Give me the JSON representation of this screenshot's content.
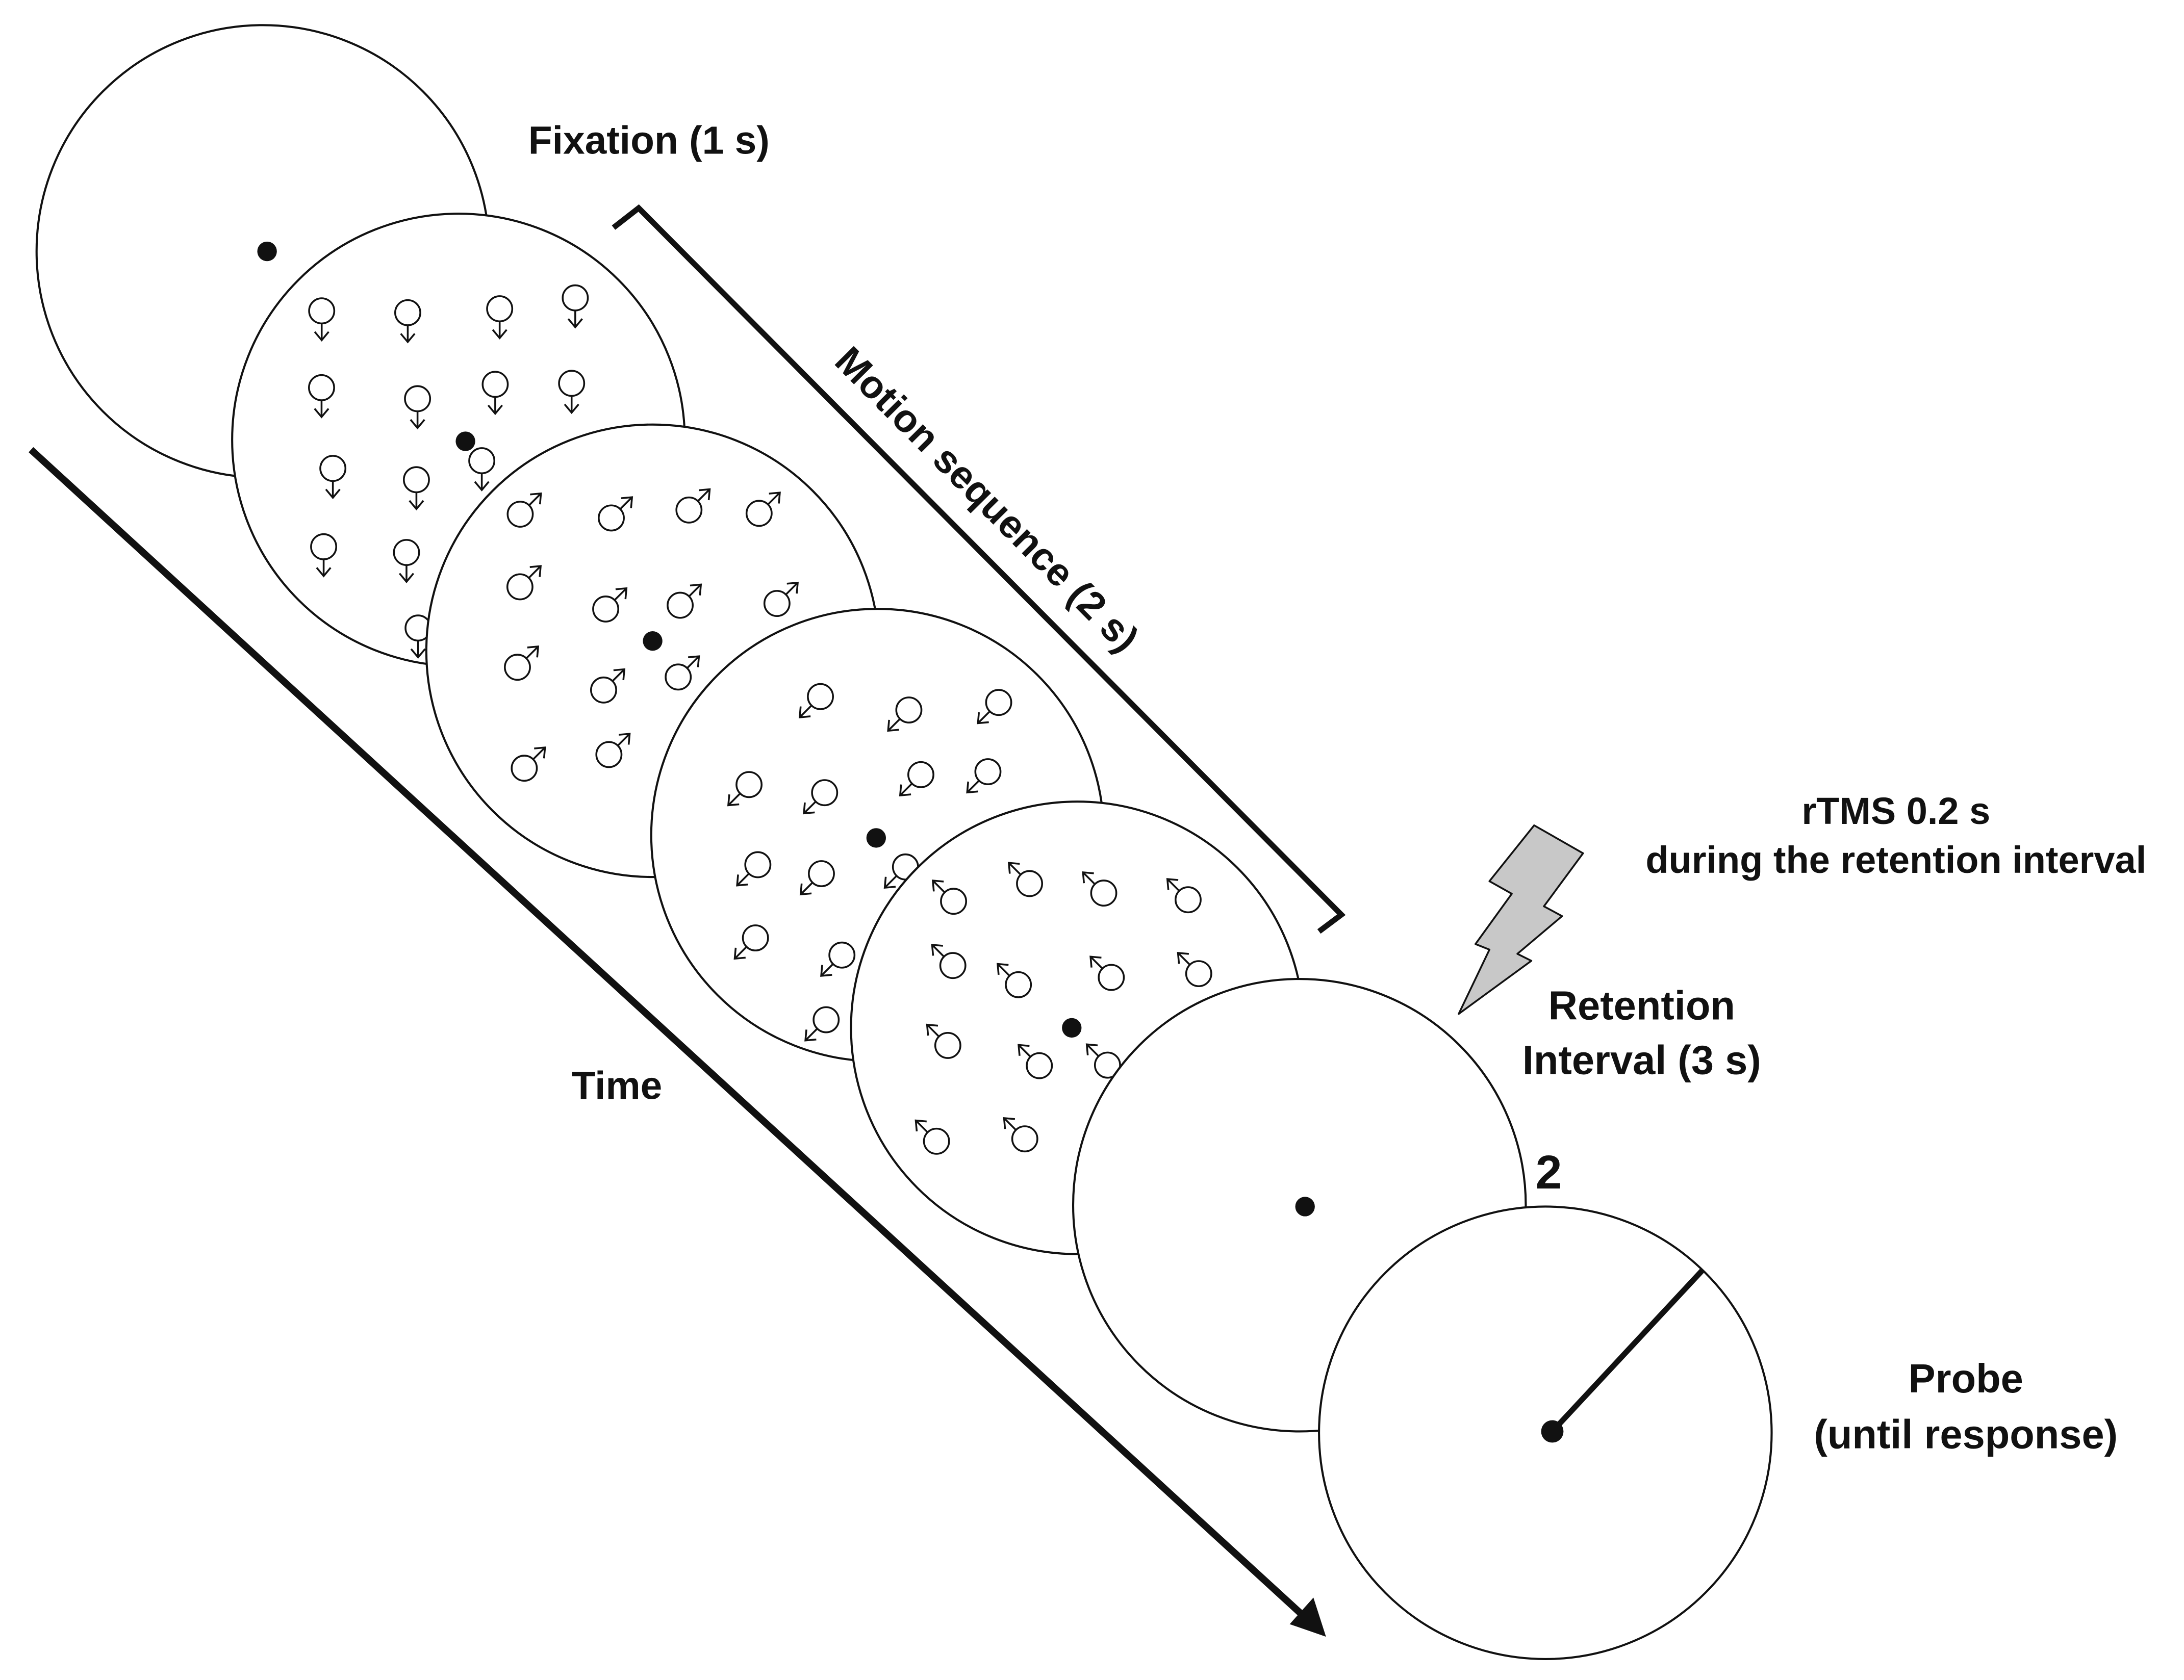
{
  "labels": {
    "fixation": "Fixation (1 s)",
    "motion_sequence": "Motion sequence (2 s)",
    "time": "Time",
    "rtms_line1": "rTMS 0.2 s",
    "rtms_line2": "during the retention interval",
    "retention_line1": "Retention",
    "retention_line2": "Interval (3 s)",
    "memory_count": "2",
    "probe_line1": "Probe",
    "probe_line2": "(until response)"
  },
  "stimuli": {
    "fixation_screen": {
      "dots": false
    },
    "motion_screens": [
      {
        "direction": "down"
      },
      {
        "direction": "up-right"
      },
      {
        "direction": "down-left"
      },
      {
        "direction": "up-left"
      }
    ],
    "retention_screen": {
      "dots": false
    },
    "probe_screen": {
      "has_probe_line": true
    }
  },
  "colors": {
    "stroke": "#111111",
    "background": "#ffffff",
    "lightning": "#c8c8c8"
  }
}
